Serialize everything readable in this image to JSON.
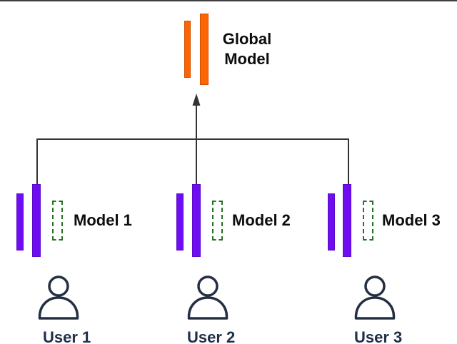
{
  "diagram": {
    "global_model": {
      "label": "Global Model"
    },
    "models": [
      {
        "label": "Model 1"
      },
      {
        "label": "Model 2"
      },
      {
        "label": "Model 3"
      }
    ],
    "users": [
      {
        "label": "User 1"
      },
      {
        "label": "User 2"
      },
      {
        "label": "User 3"
      }
    ],
    "icons": {
      "user": "person-outline-icon",
      "aggregate_arrow": "arrow-up-icon"
    },
    "colors": {
      "global_bar": "#fb6602",
      "global_bar_border": "#d44e03",
      "local_bar": "#6e0df2",
      "local_bar_border": "#5a0bc9",
      "dashed_outline": "#267326",
      "connector_line": "#333333",
      "person_icon": "#243042",
      "label_text": "#0d0d0d",
      "user_text": "#20304a",
      "top_rule": "#3f3f3f"
    }
  }
}
